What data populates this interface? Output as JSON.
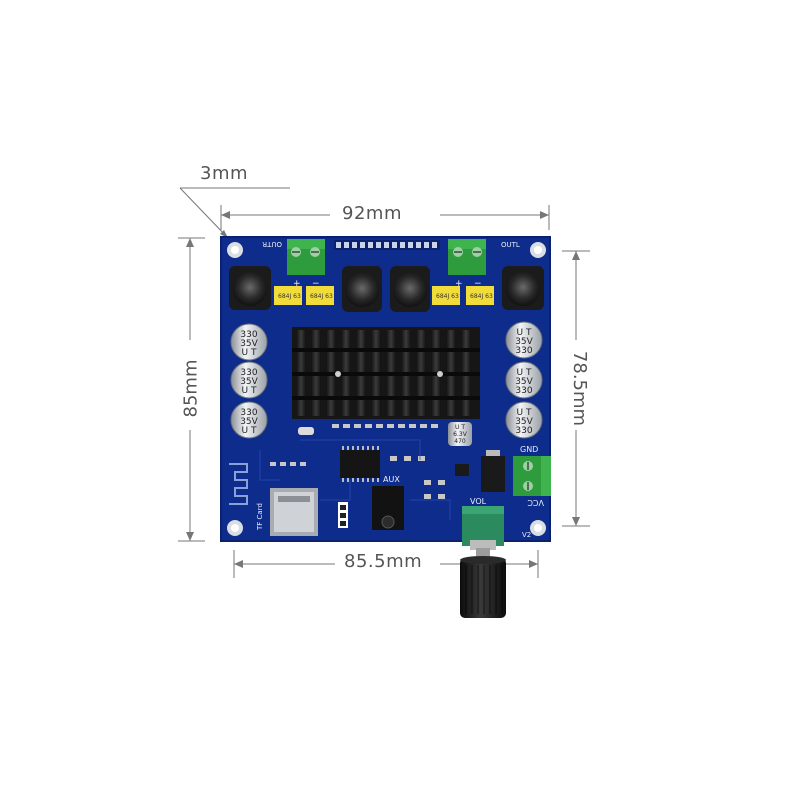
{
  "dimensions": {
    "corner": "3mm",
    "width_outer": "92mm",
    "height_outer": "85mm",
    "height_inner": "78.5mm",
    "width_inner": "85.5mm"
  },
  "board": {
    "label_outr": "OUTR",
    "label_outl": "OUTL",
    "label_gnd": "GND",
    "label_vcc": "VCC",
    "label_aux": "AUX",
    "label_vol": "VOL",
    "label_tf": "TF Card",
    "label_v2": "V2",
    "cap_text": [
      "330",
      "35V",
      "U T"
    ],
    "small_cap_text": [
      "470",
      "6.3V",
      "U T"
    ],
    "film_cap_text": "684J 63"
  },
  "colors": {
    "pcb": "#0e2c8c",
    "heatsink": "#1a1a1a",
    "terminal": "#2e9c3c",
    "film_cap": "#f2dc3a",
    "dimension_line": "#777777"
  }
}
